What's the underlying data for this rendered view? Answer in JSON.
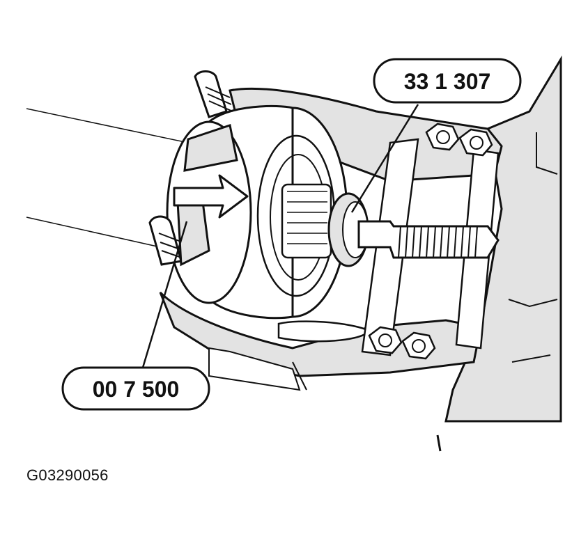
{
  "callouts": {
    "tool_top": "33 1 307",
    "tool_bottom": "00 7 500"
  },
  "figure_id": "G03290056",
  "colors": {
    "ink": "#111111",
    "shade": "#e3e3e3",
    "paper": "#ffffff"
  }
}
